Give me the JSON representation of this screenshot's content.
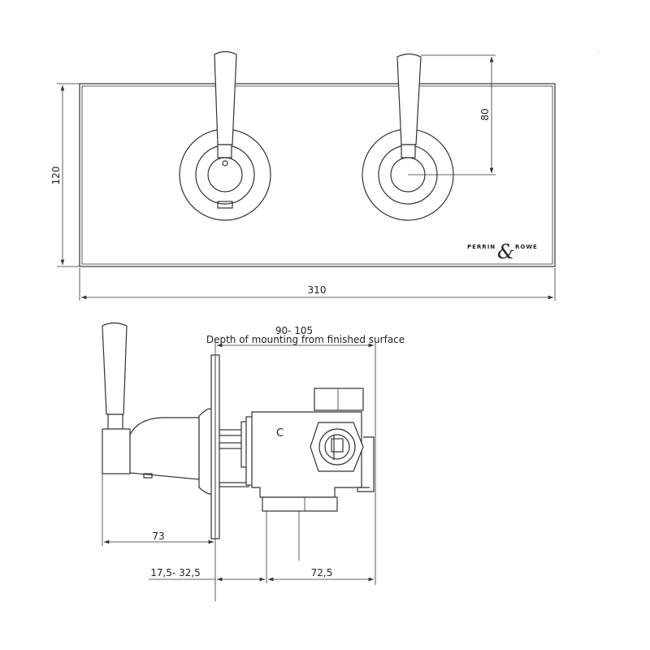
{
  "title": "Perrin & Rowe dual lever thermostatic valve dimension drawing",
  "logo": {
    "text": "PERRIN & ROWE"
  },
  "front_view": {
    "dim_height": "120",
    "dim_width": "310",
    "dim_handle": "80"
  },
  "side_view": {
    "dim_depth": "90- 105",
    "depth_caption": "Depth of mounting from finished surface",
    "dim_projection": "73",
    "dim_wall": "17,5- 32,5",
    "dim_body": "72,5",
    "body_mark": "C"
  }
}
